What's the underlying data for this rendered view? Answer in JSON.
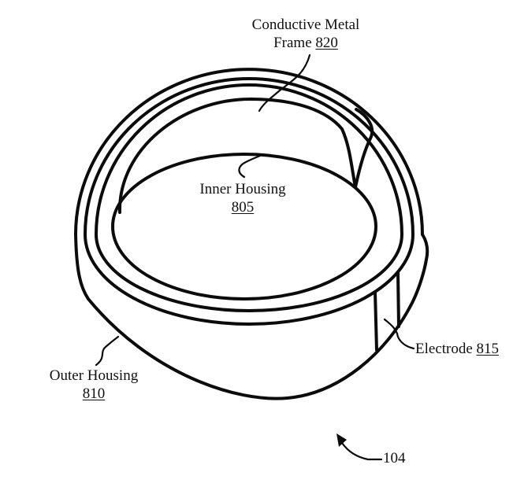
{
  "figure": {
    "type": "patent-line-drawing",
    "subject": "smart ring device, three-quarter perspective view",
    "colors": {
      "line": "#0b0b0b",
      "background": "#ffffff",
      "text": "#111111"
    },
    "labels": {
      "conductive_frame": {
        "line1": "Conductive Metal",
        "line2_prefix": "Frame ",
        "ref": "820"
      },
      "inner_housing": {
        "line1": "Inner Housing",
        "ref": "805"
      },
      "outer_housing": {
        "line1": "Outer Housing",
        "ref": "810"
      },
      "electrode": {
        "prefix": "Electrode ",
        "ref": "815"
      },
      "figure_ref": {
        "ref": "104"
      }
    }
  }
}
